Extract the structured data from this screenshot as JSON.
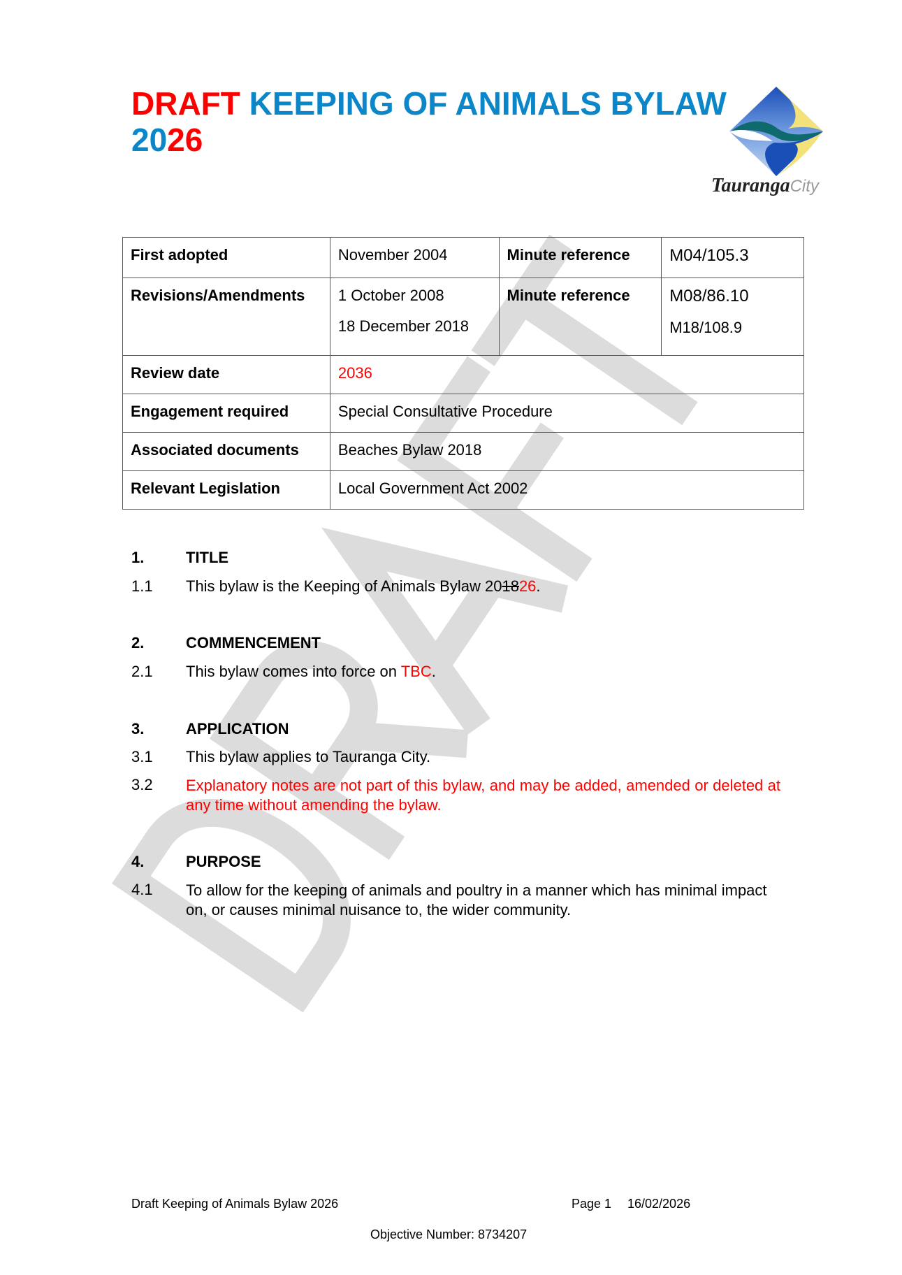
{
  "watermark": "DRAFT",
  "title": {
    "draft": "DRAFT",
    "main": "KEEPING OF ANIMALS BYLAW",
    "year_prefix": "20",
    "year_suffix": "26"
  },
  "logo": {
    "name": "Tauranga",
    "suffix": "City"
  },
  "info_table": {
    "first_adopted_label": "First adopted",
    "first_adopted_value": "November 2004",
    "minute_ref_label_1": "Minute reference",
    "minute_ref_value_1": "M04/105.3",
    "revisions_label": "Revisions/Amendments",
    "revisions_values": [
      "1 October 2008",
      "18 December 2018"
    ],
    "minute_ref_label_2": "Minute reference",
    "minute_ref_values_2": [
      "M08/86.10",
      "M18/108.9"
    ],
    "review_date_label": "Review date",
    "review_date_value": "2036",
    "engagement_label": "Engagement required",
    "engagement_value": "Special Consultative Procedure",
    "associated_label": "Associated documents",
    "associated_value": "Beaches Bylaw 2018",
    "legislation_label": "Relevant Legislation",
    "legislation_value": "Local Government Act 2002"
  },
  "sections": {
    "s1": {
      "num": "1.",
      "heading": "TITLE",
      "c1_num": "1.1",
      "c1_text": "This bylaw is the Keeping of Animals Bylaw 20",
      "c1_deleted": "18",
      "c1_inserted": "26",
      "c1_end": "."
    },
    "s2": {
      "num": "2.",
      "heading": "COMMENCEMENT",
      "c1_num": "2.1",
      "c1_text": "This bylaw comes into force on ",
      "c1_red": "TBC",
      "c1_end": "."
    },
    "s3": {
      "num": "3.",
      "heading": "APPLICATION",
      "c1_num": "3.1",
      "c1_text": "This bylaw applies to Tauranga City.",
      "c2_num": "3.2",
      "c2_text": "Explanatory notes are not part of this bylaw, and may be added, amended or deleted at any time without amending the bylaw."
    },
    "s4": {
      "num": "4.",
      "heading": "PURPOSE",
      "c1_num": "4.1",
      "c1_text": "To allow for the keeping of animals and poultry in a manner which has minimal impact on, or causes minimal nuisance to, the wider community."
    }
  },
  "footer": {
    "doc_title": "Draft Keeping of Animals Bylaw 2026",
    "page": "Page 1",
    "date": "16/02/2026",
    "objective": "Objective Number: 8734207"
  },
  "colors": {
    "red": "#ff0000",
    "blue": "#0a86c9",
    "watermark": "#dcdcdc"
  }
}
